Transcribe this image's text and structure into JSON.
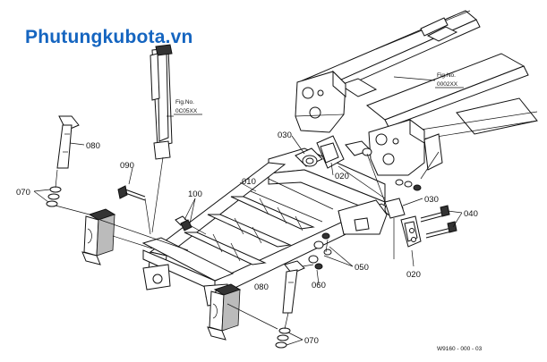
{
  "watermark": "Phutungkubota.vn",
  "fig_refs": [
    {
      "line1": "Fig.No.",
      "line2": "0C05XX"
    },
    {
      "line1": "Fig.No.",
      "line2": "0002XX"
    }
  ],
  "labels": {
    "p010": "010",
    "p020a": "020",
    "p020b": "020",
    "p030a": "030",
    "p030b": "030",
    "p040": "040",
    "p050": "050",
    "p060": "060",
    "p070a": "070",
    "p070b": "070",
    "p080a": "080",
    "p080b": "080",
    "p090": "090",
    "p100": "100"
  },
  "drawing_code": "W9160 - 000 - 03"
}
